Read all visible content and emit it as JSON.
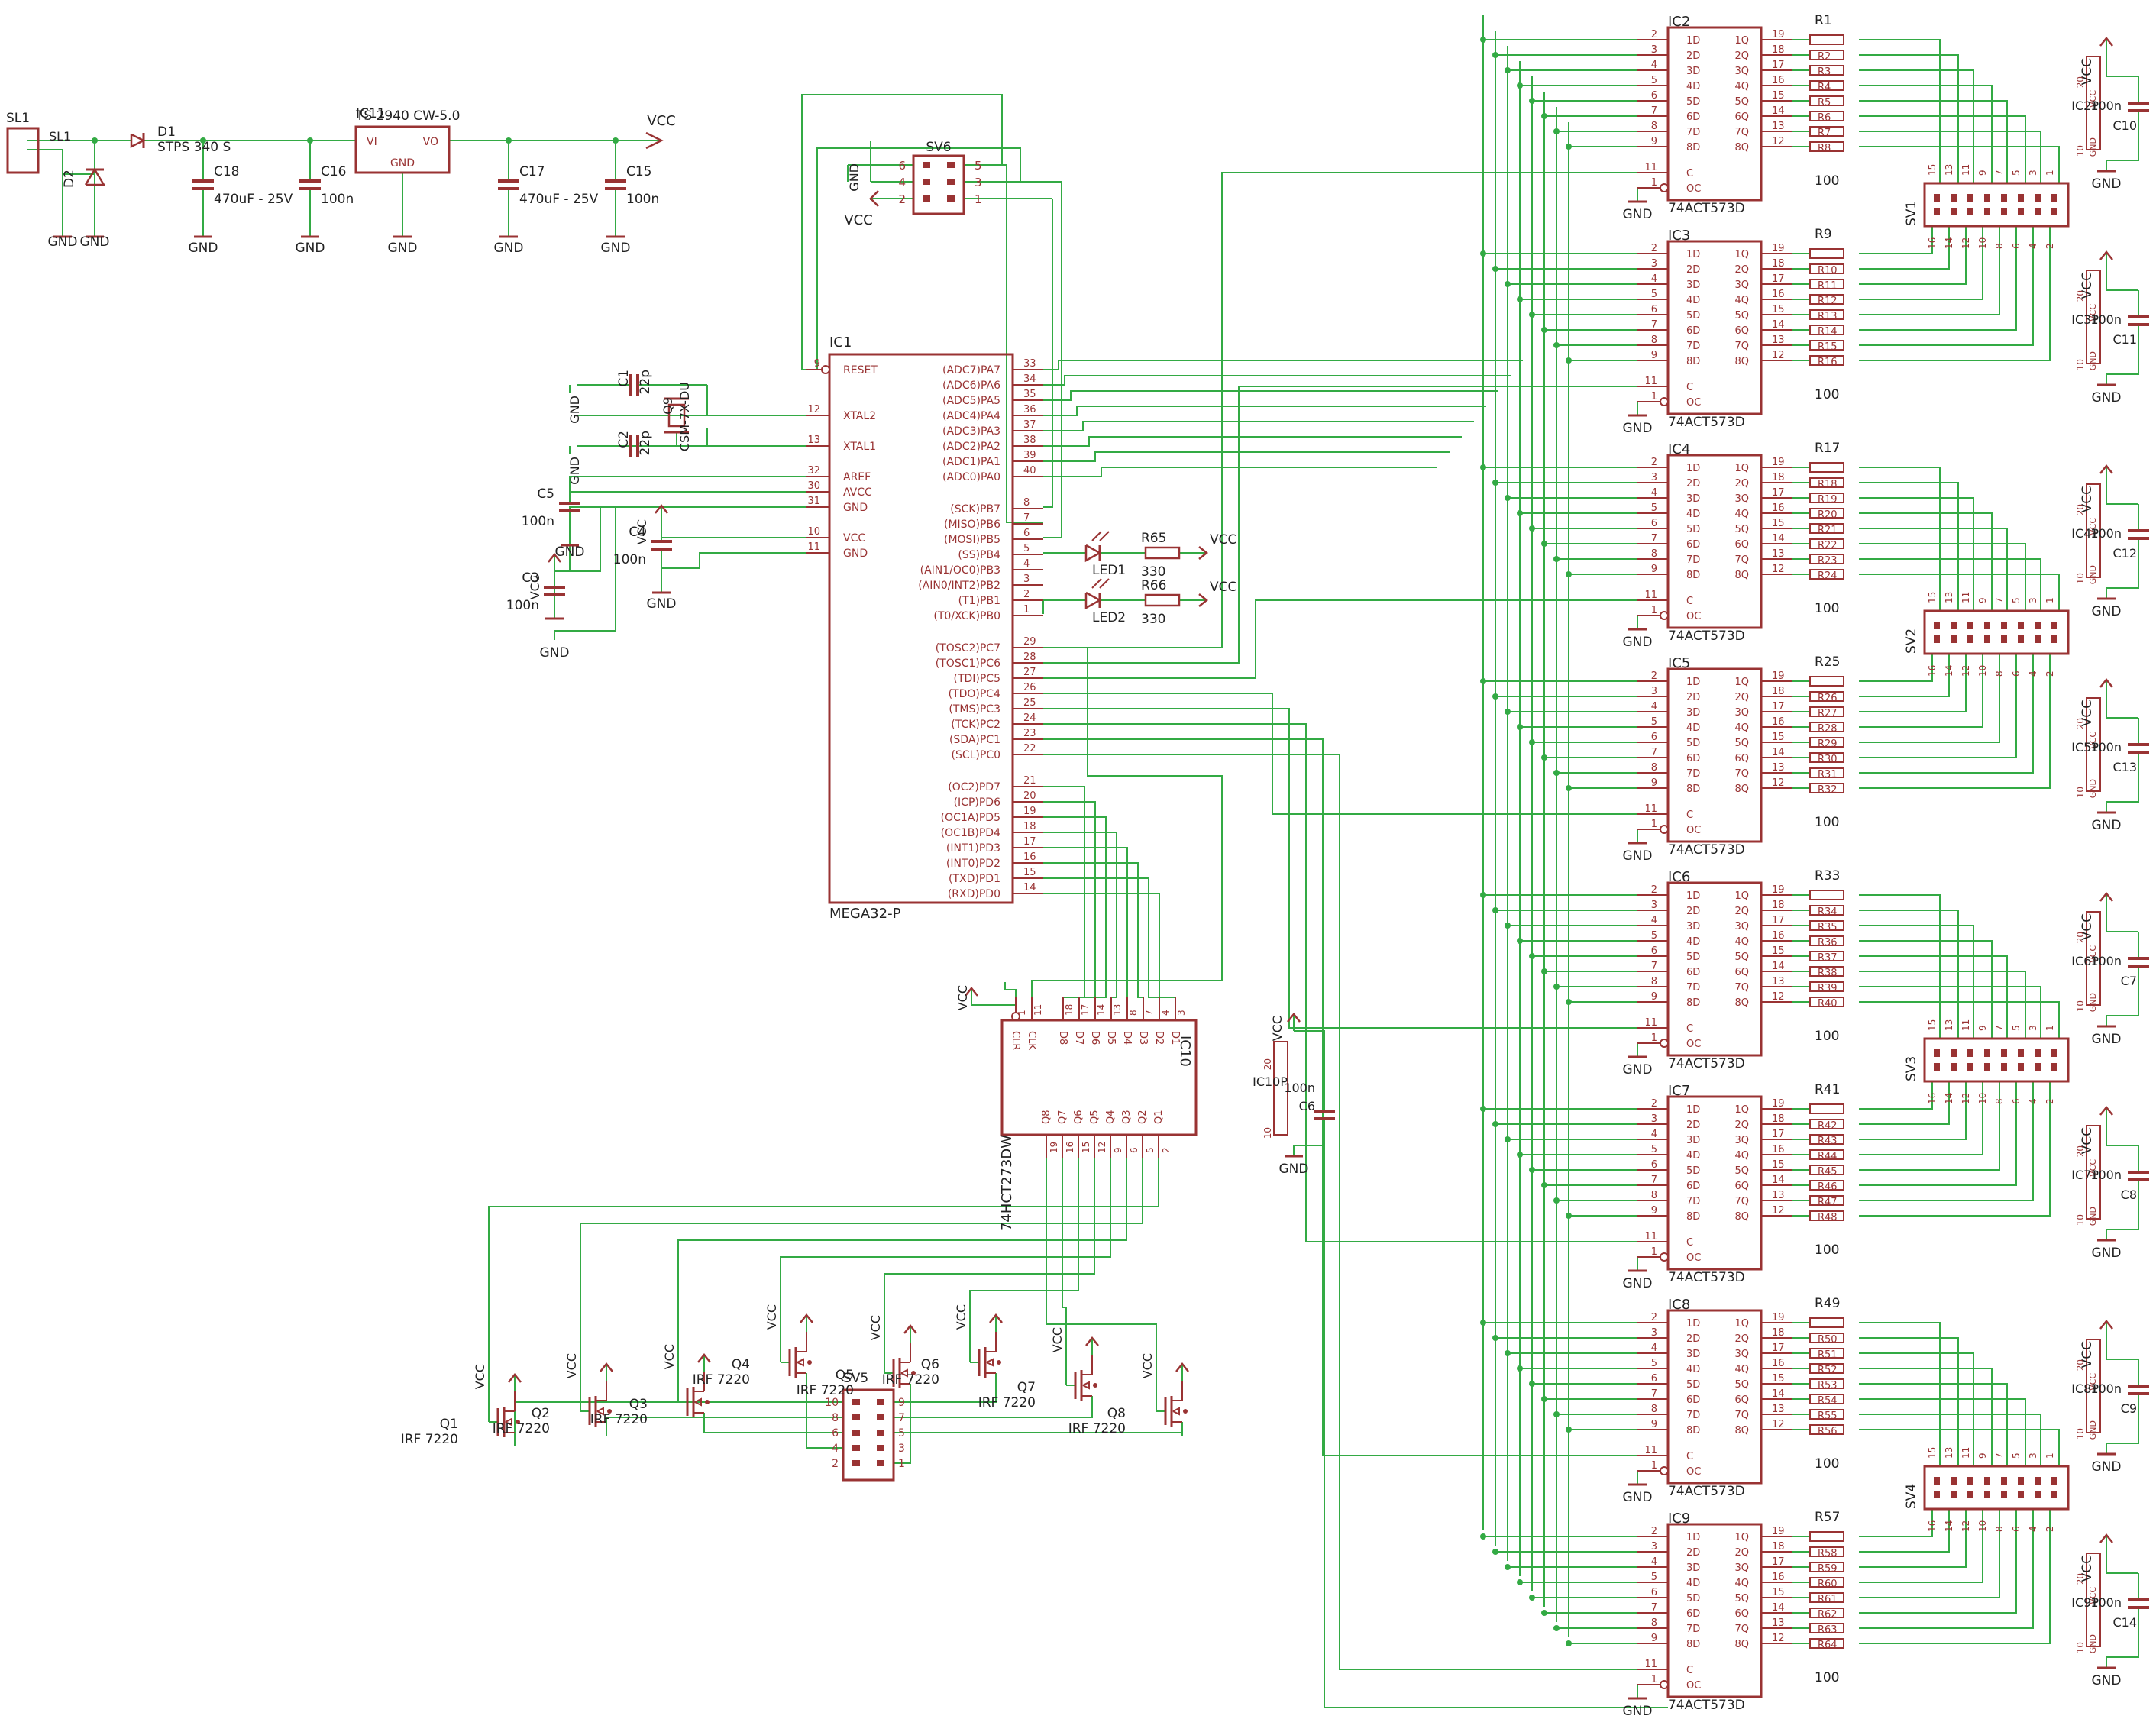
{
  "colors": {
    "body": "#993333",
    "wire": "#33aa44",
    "text": "#222222",
    "pin": "#993333",
    "bg": "#ffffff"
  },
  "power": {
    "connector": "SL1",
    "diode_ref": "D1",
    "diode_val": "STPS 340 S",
    "tvs_ref": "D2",
    "reg_ref": "IC11",
    "reg_val": "TS 2940 CW-5.0",
    "reg_vi": "VI",
    "reg_vo": "VO",
    "reg_gnd": "GND",
    "c18_ref": "C18",
    "c18_val": "470uF - 25V",
    "c16_ref": "C16",
    "c16_val": "100n",
    "c17_ref": "C17",
    "c17_val": "470uF - 25V",
    "c15_ref": "C15",
    "c15_val": "100n"
  },
  "labels": {
    "vcc": "VCC",
    "gnd": "GND"
  },
  "mcu": {
    "ref": "IC1",
    "value": "MEGA32-P",
    "left_pins": [
      {
        "name": "RESET",
        "num": "9"
      },
      {
        "name": "XTAL2",
        "num": "12"
      },
      {
        "name": "XTAL1",
        "num": "13"
      },
      {
        "name": "AREF",
        "num": "32"
      },
      {
        "name": "AVCC",
        "num": "30"
      },
      {
        "name": "GND",
        "num": "31"
      },
      {
        "name": "VCC",
        "num": "10"
      },
      {
        "name": "GND",
        "num": "11"
      }
    ],
    "right_pins": [
      {
        "name": "(ADC7)PA7",
        "num": "33"
      },
      {
        "name": "(ADC6)PA6",
        "num": "34"
      },
      {
        "name": "(ADC5)PA5",
        "num": "35"
      },
      {
        "name": "(ADC4)PA4",
        "num": "36"
      },
      {
        "name": "(ADC3)PA3",
        "num": "37"
      },
      {
        "name": "(ADC2)PA2",
        "num": "38"
      },
      {
        "name": "(ADC1)PA1",
        "num": "39"
      },
      {
        "name": "(ADC0)PA0",
        "num": "40"
      },
      {
        "name": "(SCK)PB7",
        "num": "8"
      },
      {
        "name": "(MISO)PB6",
        "num": "7"
      },
      {
        "name": "(MOSI)PB5",
        "num": "6"
      },
      {
        "name": "(SS)PB4",
        "num": "5"
      },
      {
        "name": "(AIN1/OC0)PB3",
        "num": "4"
      },
      {
        "name": "(AIN0/INT2)PB2",
        "num": "3"
      },
      {
        "name": "(T1)PB1",
        "num": "2"
      },
      {
        "name": "(T0/XCK)PB0",
        "num": "1"
      },
      {
        "name": "(TOSC2)PC7",
        "num": "29"
      },
      {
        "name": "(TOSC1)PC6",
        "num": "28"
      },
      {
        "name": "(TDI)PC5",
        "num": "27"
      },
      {
        "name": "(TDO)PC4",
        "num": "26"
      },
      {
        "name": "(TMS)PC3",
        "num": "25"
      },
      {
        "name": "(TCK)PC2",
        "num": "24"
      },
      {
        "name": "(SDA)PC1",
        "num": "23"
      },
      {
        "name": "(SCL)PC0",
        "num": "22"
      },
      {
        "name": "(OC2)PD7",
        "num": "21"
      },
      {
        "name": "(ICP)PD6",
        "num": "20"
      },
      {
        "name": "(OC1A)PD5",
        "num": "19"
      },
      {
        "name": "(OC1B)PD4",
        "num": "18"
      },
      {
        "name": "(INT1)PD3",
        "num": "17"
      },
      {
        "name": "(INT0)PD2",
        "num": "16"
      },
      {
        "name": "(TXD)PD1",
        "num": "15"
      },
      {
        "name": "(RXD)PD0",
        "num": "14"
      }
    ]
  },
  "crystal": {
    "ref": "Q9",
    "value": "CSM-7X-DU",
    "c1_ref": "C1",
    "c1_val": "22p",
    "c2_ref": "C2",
    "c2_val": "22p"
  },
  "decoupling": {
    "c5_ref": "C5",
    "c5_val": "100n",
    "c3_ref": "C3",
    "c3_val": "100n",
    "c4_ref": "C4",
    "c4_val": "100n"
  },
  "isp": {
    "ref": "SV6",
    "pins": [
      "6",
      "5",
      "4",
      "3",
      "2",
      "1"
    ]
  },
  "leds": {
    "led1": "LED1",
    "led2": "LED2",
    "r65": "R65",
    "r66": "R66",
    "r_val": "330"
  },
  "latch_common": {
    "value": "74ACT573D",
    "d_pins": [
      "1D",
      "2D",
      "3D",
      "4D",
      "5D",
      "6D",
      "7D",
      "8D"
    ],
    "q_pins": [
      "1Q",
      "2Q",
      "3Q",
      "4Q",
      "5Q",
      "6Q",
      "7Q",
      "8Q"
    ],
    "d_nums": [
      "2",
      "3",
      "4",
      "5",
      "6",
      "7",
      "8",
      "9"
    ],
    "q_nums": [
      "19",
      "18",
      "17",
      "16",
      "15",
      "14",
      "13",
      "12"
    ],
    "c_pin": "C",
    "oc_pin": "OC",
    "c_num": "11",
    "oc_num": "1",
    "res_val": "100",
    "cap_val": "100n",
    "vcc_pin_num": "20",
    "gnd_pin_num": "10",
    "header_nums_top": [
      "15",
      "13",
      "11",
      "9",
      "7",
      "5",
      "3",
      "1"
    ],
    "header_nums_bot": [
      "16",
      "14",
      "12",
      "10",
      "8",
      "6",
      "4",
      "2"
    ]
  },
  "latches": [
    {
      "ref": "IC2",
      "rref": "R1",
      "r_labels": [
        "R2",
        "R3",
        "R4",
        "R5",
        "R6",
        "R7",
        "R8"
      ],
      "cap": "C10",
      "ic_pwr": "IC2P"
    },
    {
      "ref": "IC3",
      "rref": "R9",
      "r_labels": [
        "R10",
        "R11",
        "R12",
        "R13",
        "R14",
        "R15",
        "R16"
      ],
      "cap": "C11",
      "ic_pwr": "IC3P"
    },
    {
      "ref": "IC4",
      "rref": "R17",
      "r_labels": [
        "R18",
        "R19",
        "R20",
        "R21",
        "R22",
        "R23",
        "R24"
      ],
      "cap": "C12",
      "ic_pwr": "IC4P"
    },
    {
      "ref": "IC5",
      "rref": "R25",
      "r_labels": [
        "R26",
        "R27",
        "R28",
        "R29",
        "R30",
        "R31",
        "R32"
      ],
      "cap": "C13",
      "ic_pwr": "IC5P"
    },
    {
      "ref": "IC6",
      "rref": "R33",
      "r_labels": [
        "R34",
        "R35",
        "R36",
        "R37",
        "R38",
        "R39",
        "R40"
      ],
      "cap": "C7",
      "ic_pwr": "IC6P"
    },
    {
      "ref": "IC7",
      "rref": "R41",
      "r_labels": [
        "R42",
        "R43",
        "R44",
        "R45",
        "R46",
        "R47",
        "R48"
      ],
      "cap": "C8",
      "ic_pwr": "IC7P"
    },
    {
      "ref": "IC8",
      "rref": "R49",
      "r_labels": [
        "R50",
        "R51",
        "R52",
        "R53",
        "R54",
        "R55",
        "R56"
      ],
      "cap": "C9",
      "ic_pwr": "IC8P"
    },
    {
      "ref": "IC9",
      "rref": "R57",
      "r_labels": [
        "R58",
        "R59",
        "R60",
        "R61",
        "R62",
        "R63",
        "R64"
      ],
      "cap": "C14",
      "ic_pwr": "IC9P"
    }
  ],
  "headers": [
    "SV1",
    "SV2",
    "SV3",
    "SV4"
  ],
  "ff": {
    "ref": "IC10",
    "value": "74HCT273DW",
    "top_pins": [
      "CLR",
      "CLK",
      "D8",
      "D7",
      "D6",
      "D5",
      "D4",
      "D3",
      "D2",
      "D1"
    ],
    "top_nums": [
      "1",
      "11",
      "18",
      "17",
      "14",
      "13",
      "8",
      "7",
      "4",
      "3"
    ],
    "bot_pins": [
      "Q8",
      "Q7",
      "Q6",
      "Q5",
      "Q4",
      "Q3",
      "Q2",
      "Q1"
    ],
    "bot_nums": [
      "19",
      "16",
      "15",
      "12",
      "9",
      "6",
      "5",
      "2"
    ],
    "pwr_ref": "IC10P",
    "cap": "C6",
    "cap_val": "100n",
    "vcc_num": "20",
    "gnd_num": "10"
  },
  "mosfets": [
    {
      "ref": "Q1",
      "val": "IRF 7220"
    },
    {
      "ref": "Q2",
      "val": "IRF 7220"
    },
    {
      "ref": "Q3",
      "val": "IRF 7220"
    },
    {
      "ref": "Q4",
      "val": "IRF 7220"
    },
    {
      "ref": "Q5",
      "val": "IRF 7220"
    },
    {
      "ref": "Q6",
      "val": "IRF 7220"
    },
    {
      "ref": "Q7",
      "val": "IRF 7220"
    },
    {
      "ref": "Q8",
      "val": "IRF 7220"
    }
  ],
  "sv5": {
    "ref": "SV5",
    "nums_l": [
      "10",
      "8",
      "6",
      "4",
      "2"
    ],
    "nums_r": [
      "9",
      "7",
      "5",
      "3",
      "1"
    ]
  }
}
